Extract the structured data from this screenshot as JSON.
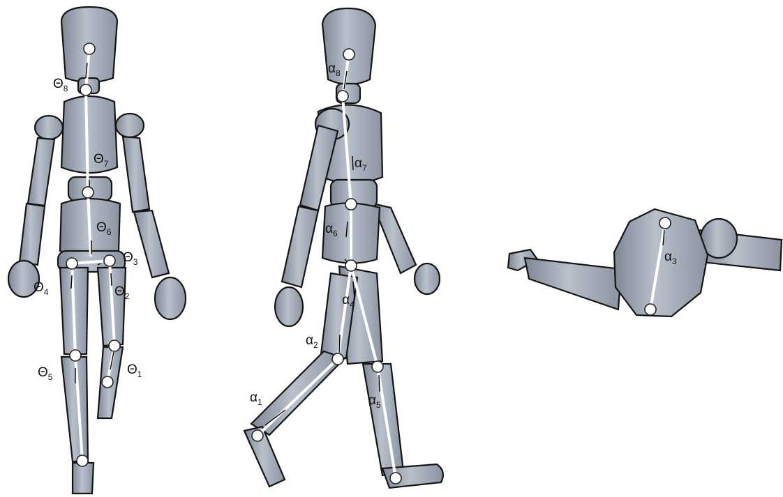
{
  "figure": {
    "views": [
      {
        "id": "front",
        "labels": [
          {
            "sym": "Θ",
            "sub": "8"
          },
          {
            "sym": "Θ",
            "sub": "7"
          },
          {
            "sym": "Θ",
            "sub": "6"
          },
          {
            "sym": "Θ",
            "sub": "3"
          },
          {
            "sym": "Θ",
            "sub": "4"
          },
          {
            "sym": "Θ",
            "sub": "2"
          },
          {
            "sym": "Θ",
            "sub": "5"
          },
          {
            "sym": "Θ",
            "sub": "1"
          }
        ]
      },
      {
        "id": "side",
        "labels": [
          {
            "sym": "α",
            "sub": "8"
          },
          {
            "sym": "α",
            "sub": "7"
          },
          {
            "sym": "α",
            "sub": "6"
          },
          {
            "sym": "α",
            "sub": "4"
          },
          {
            "sym": "α",
            "sub": "2"
          },
          {
            "sym": "α",
            "sub": "1"
          },
          {
            "sym": "α",
            "sub": "5"
          }
        ]
      },
      {
        "id": "top",
        "labels": [
          {
            "sym": "α",
            "sub": "3"
          }
        ]
      }
    ],
    "colors": {
      "mannequin": "#a4abb7",
      "outline": "#141414",
      "joint": "#ffffff",
      "bone": "#ffffff"
    }
  }
}
